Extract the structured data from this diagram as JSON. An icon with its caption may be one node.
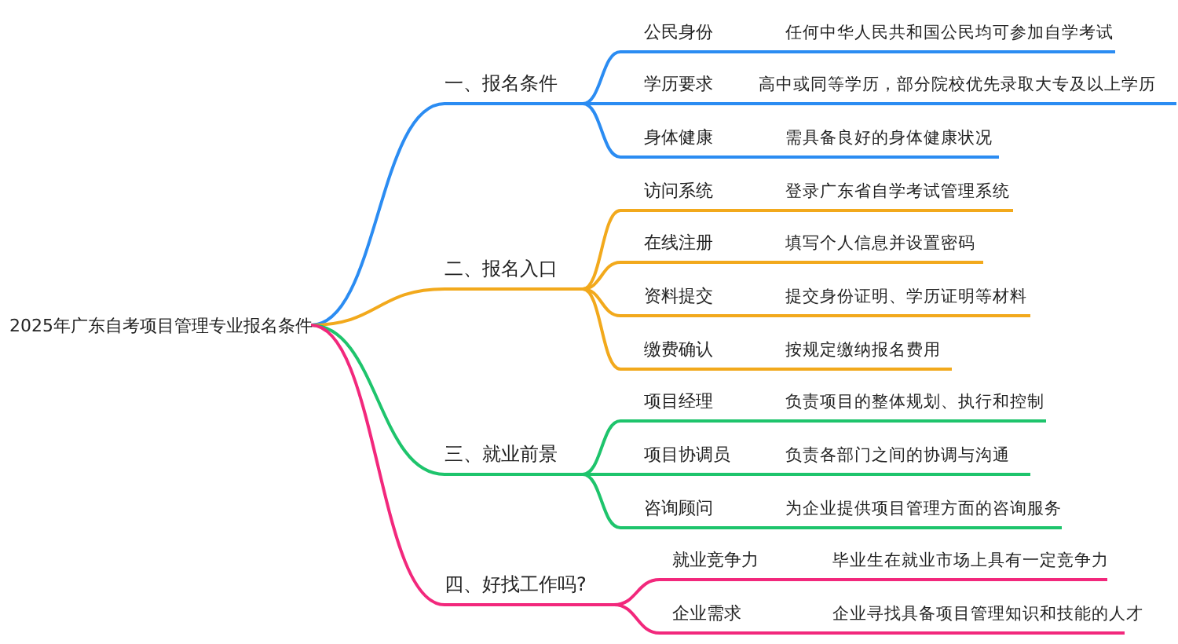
{
  "diagram": {
    "nodes": [
      {
        "text": [
          "2025年广东自考项目管理专业报名条件"
        ]
      },
      {
        "text": [
          "一、报名条件"
        ]
      },
      {
        "text": [
          "公民身份",
          "任何中华人民共和国公民均可参加自学考试"
        ]
      },
      {
        "text": [
          "学历要求",
          "高中或同等学历，部分院校优先录取大专及以上学历"
        ]
      },
      {
        "text": [
          "身体健康",
          "需具备良好的身体健康状况"
        ]
      },
      {
        "text": [
          "二、报名入口"
        ]
      },
      {
        "text": [
          "访问系统",
          "登录广东省自学考试管理系统"
        ]
      },
      {
        "text": [
          "在线注册",
          "填写个人信息并设置密码"
        ]
      },
      {
        "text": [
          "资料提交",
          "提交身份证明、学历证明等材料"
        ]
      },
      {
        "text": [
          "缴费确认",
          "按规定缴纳报名费用"
        ]
      },
      {
        "text": [
          "三、就业前景"
        ]
      },
      {
        "text": [
          "项目经理",
          "负责项目的整体规划、执行和控制"
        ]
      },
      {
        "text": [
          "项目协调员",
          "负责各部门之间的协调与沟通"
        ]
      },
      {
        "text": [
          "咨询顾问",
          "为企业提供项目管理方面的咨询服务"
        ]
      },
      {
        "text": [
          "四、好找工作吗?"
        ]
      },
      {
        "text": [
          "就业竞争力",
          "毕业生在就业市场上具有一定竞争力"
        ]
      },
      {
        "text": [
          "企业需求",
          "企业寻找具备项目管理知识和技能的人才"
        ]
      }
    ],
    "edges": [
      {
        "from": 0,
        "to": 1,
        "arrow": "none",
        "color": "#2b8cf2"
      },
      {
        "from": 1,
        "to": 2,
        "arrow": "none",
        "color": "#2b8cf2"
      },
      {
        "from": 1,
        "to": 3,
        "arrow": "none",
        "color": "#2b8cf2"
      },
      {
        "from": 1,
        "to": 4,
        "arrow": "none",
        "color": "#2b8cf2"
      },
      {
        "from": 0,
        "to": 5,
        "arrow": "none",
        "color": "#f2a91c"
      },
      {
        "from": 5,
        "to": 6,
        "arrow": "none",
        "color": "#f2a91c"
      },
      {
        "from": 5,
        "to": 7,
        "arrow": "none",
        "color": "#f2a91c"
      },
      {
        "from": 5,
        "to": 8,
        "arrow": "none",
        "color": "#f2a91c"
      },
      {
        "from": 5,
        "to": 9,
        "arrow": "none",
        "color": "#f2a91c"
      },
      {
        "from": 0,
        "to": 10,
        "arrow": "none",
        "color": "#1ec46c"
      },
      {
        "from": 10,
        "to": 11,
        "arrow": "none",
        "color": "#1ec46c"
      },
      {
        "from": 10,
        "to": 12,
        "arrow": "none",
        "color": "#1ec46c"
      },
      {
        "from": 10,
        "to": 13,
        "arrow": "none",
        "color": "#1ec46c"
      },
      {
        "from": 0,
        "to": 14,
        "arrow": "none",
        "color": "#f2287c"
      },
      {
        "from": 14,
        "to": 15,
        "arrow": "none",
        "color": "#f2287c"
      },
      {
        "from": 14,
        "to": 16,
        "arrow": "none",
        "color": "#f2287c"
      }
    ]
  }
}
